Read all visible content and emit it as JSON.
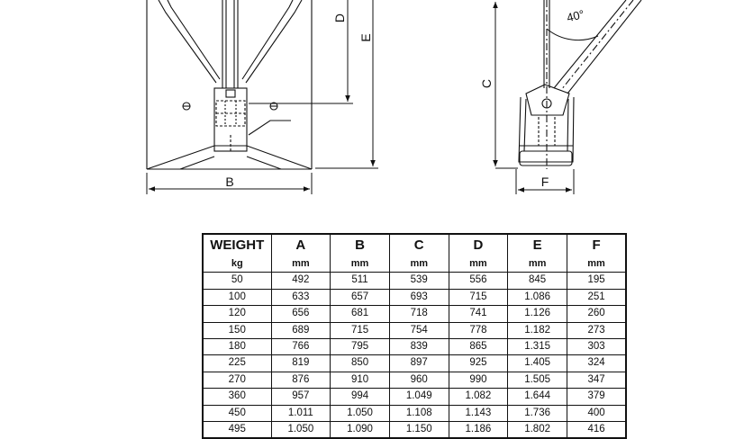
{
  "drawing": {
    "front_view": {
      "dimension_labels": {
        "b": "B",
        "d": "D",
        "e": "E"
      }
    },
    "side_view": {
      "dimension_labels": {
        "c": "C",
        "f": "F"
      },
      "angle_label": "40°"
    }
  },
  "table": {
    "columns": [
      {
        "header": "WEIGHT",
        "unit": "kg"
      },
      {
        "header": "A",
        "unit": "mm"
      },
      {
        "header": "B",
        "unit": "mm"
      },
      {
        "header": "C",
        "unit": "mm"
      },
      {
        "header": "D",
        "unit": "mm"
      },
      {
        "header": "E",
        "unit": "mm"
      },
      {
        "header": "F",
        "unit": "mm"
      }
    ],
    "rows": [
      [
        "50",
        "492",
        "511",
        "539",
        "556",
        "845",
        "195"
      ],
      [
        "100",
        "633",
        "657",
        "693",
        "715",
        "1.086",
        "251"
      ],
      [
        "120",
        "656",
        "681",
        "718",
        "741",
        "1.126",
        "260"
      ],
      [
        "150",
        "689",
        "715",
        "754",
        "778",
        "1.182",
        "273"
      ],
      [
        "180",
        "766",
        "795",
        "839",
        "865",
        "1.315",
        "303"
      ],
      [
        "225",
        "819",
        "850",
        "897",
        "925",
        "1.405",
        "324"
      ],
      [
        "270",
        "876",
        "910",
        "960",
        "990",
        "1.505",
        "347"
      ],
      [
        "360",
        "957",
        "994",
        "1.049",
        "1.082",
        "1.644",
        "379"
      ],
      [
        "450",
        "1.011",
        "1.050",
        "1.108",
        "1.143",
        "1.736",
        "400"
      ],
      [
        "495",
        "1.050",
        "1.090",
        "1.150",
        "1.186",
        "1.802",
        "416"
      ]
    ]
  }
}
